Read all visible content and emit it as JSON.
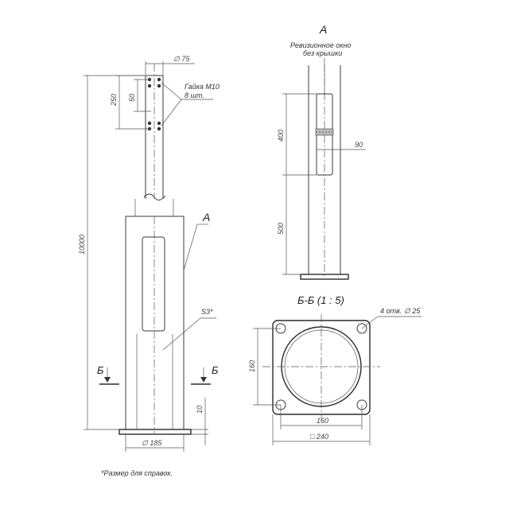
{
  "labels": {
    "view_a_top": "А",
    "view_a_pole": "А",
    "inspection_window": "Ревизионное окно",
    "inspection_window_2": "без крышки",
    "nut": "Гайка М10",
    "nut_qty": "8 шт.",
    "weld": "S3*",
    "section_title": "Б-Б (1 : 5)",
    "holes": "4 отв.",
    "hole_dia": "∅ 25",
    "cut_left": "Б",
    "cut_right": "Б",
    "footnote": "*Размер для справок."
  },
  "dimensions": {
    "top_diameter": "∅ 75",
    "d250": "250",
    "d50": "50",
    "d10000": "10000",
    "d400": "400",
    "d90": "90",
    "d500": "500",
    "d160v": "160",
    "d10": "10",
    "d185": "∅ 185",
    "d160h": "160",
    "d240": "□ 240"
  },
  "colors": {
    "line": "#3a3a3a",
    "text": "#333333",
    "background": "#ffffff"
  }
}
